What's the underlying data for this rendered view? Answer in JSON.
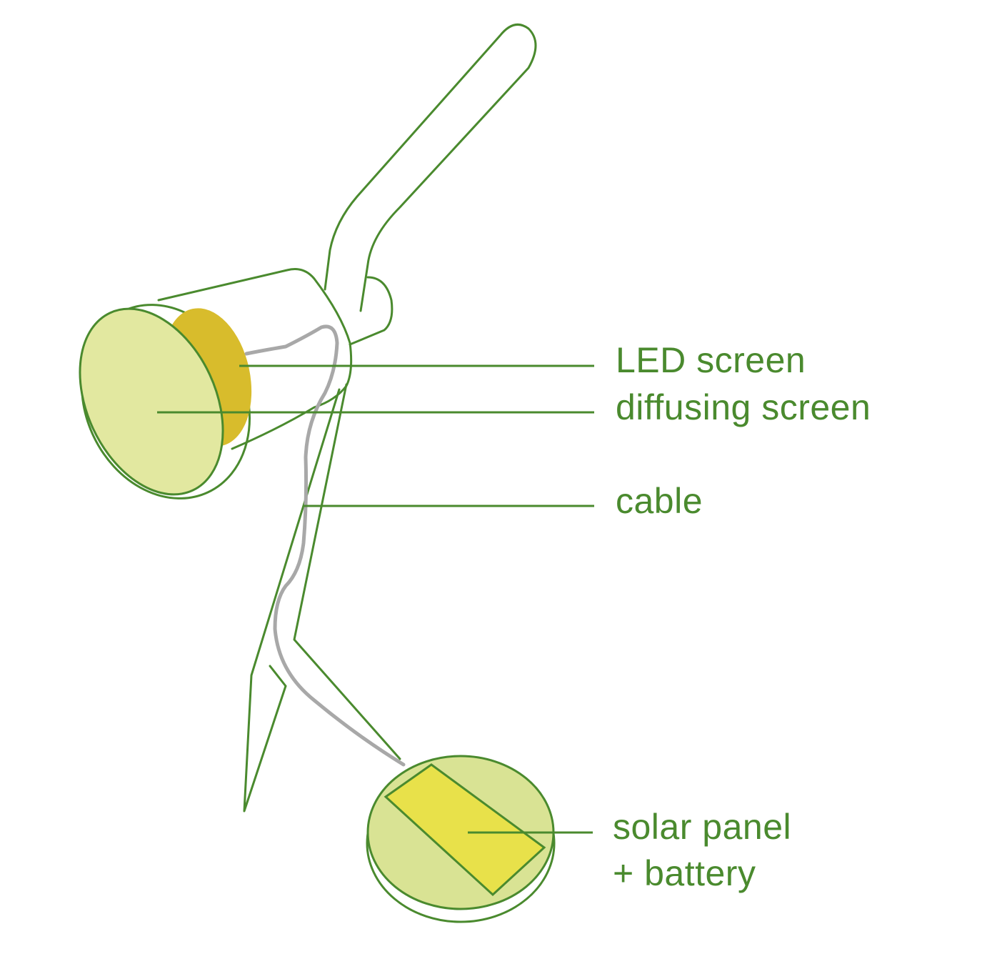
{
  "colors": {
    "line": "#4a8a2e",
    "label": "#4a8a2e",
    "diffusing_screen_fill": "#e2e8a0",
    "led_screen_fill": "#d8bc2c",
    "cable": "#a8a8a8",
    "solar_disc_fill": "#d9e394",
    "solar_panel_fill": "#e8e14a"
  },
  "labels": {
    "led_screen": "LED screen",
    "diffusing_screen": "diffusing screen",
    "cable": "cable",
    "solar_panel_line1": "solar panel",
    "solar_panel_line2": "+ battery"
  }
}
